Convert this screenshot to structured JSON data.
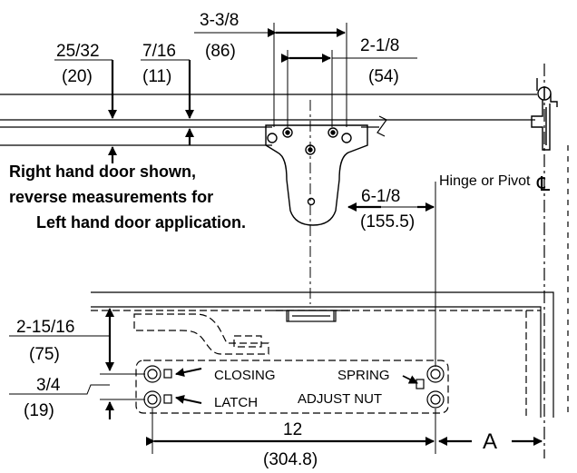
{
  "dimensions": {
    "top_width_frac": "3-3/8",
    "top_width_mm": "(86)",
    "inner_width_frac": "2-1/8",
    "inner_width_mm": "(54)",
    "left_offset_frac": "25/32",
    "left_offset_mm": "(20)",
    "second_offset_frac": "7/16",
    "second_offset_mm": "(11)",
    "pivot_offset_frac": "6-1/8",
    "pivot_offset_mm": "(155.5)",
    "vertical_frac": "2-15/16",
    "vertical_mm": "(75)",
    "small_vertical_frac": "3/4",
    "small_vertical_mm": "(19)",
    "length_frac": "12",
    "length_mm": "(304.8)",
    "a_label": "A"
  },
  "notes": {
    "line1": "Right hand door shown,",
    "line2": "reverse measurements for",
    "line3": "Left hand door application.",
    "hinge": "Hinge or Pivot",
    "centerline_symbol": "℄"
  },
  "labels": {
    "closing": "CLOSING",
    "latch": "LATCH",
    "spring": "SPRING",
    "adjust_nut": "ADJUST NUT"
  }
}
